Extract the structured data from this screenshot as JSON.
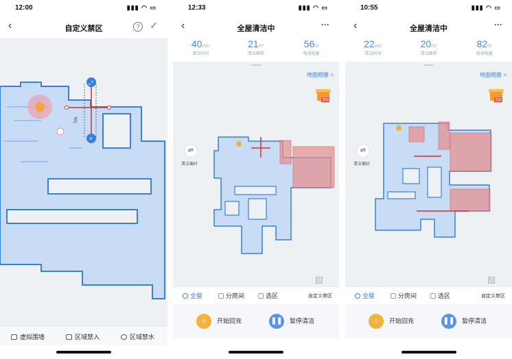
{
  "colors": {
    "accent": "#3a7fd9",
    "map_fill": "#c8dcf6",
    "map_wall": "#3a7fd9",
    "zone": "#e88d8d",
    "charge": "#f2b23c",
    "pause": "#5a93e8"
  },
  "s1": {
    "time": "12:00",
    "title": "自定义禁区",
    "help_icon": "?",
    "length_label": "7m",
    "tools": [
      "虚拟围墙",
      "区域禁入",
      "区域禁水"
    ]
  },
  "s2": {
    "time": "12:33",
    "title": "全屋清洁中",
    "stats": [
      {
        "value": "40",
        "unit": "min",
        "label": "清洁时间"
      },
      {
        "value": "21",
        "unit": "m²",
        "label": "清洁面积"
      },
      {
        "value": "56",
        "unit": "%",
        "label": "电池电量"
      }
    ],
    "album": "地图相册 >",
    "gift_tag": "活动",
    "pref_label": "清洁偏好",
    "tabs": [
      "全屋",
      "分房间",
      "选区"
    ],
    "nogo": "自定义禁区",
    "actions": [
      "开始回充",
      "暂停清洁"
    ]
  },
  "s3": {
    "time": "10:55",
    "title": "全屋清洁中",
    "stats": [
      {
        "value": "22",
        "unit": "min",
        "label": "清洁时间"
      },
      {
        "value": "20",
        "unit": "m²",
        "label": "清洁面积"
      },
      {
        "value": "82",
        "unit": "%",
        "label": "电池电量"
      }
    ],
    "album": "地图相册 >",
    "gift_tag": "活动",
    "pref_label": "清洁偏好",
    "tabs": [
      "全屋",
      "分房间",
      "选区"
    ],
    "nogo": "自定义禁区",
    "actions": [
      "开始回充",
      "暂停清洁"
    ]
  }
}
